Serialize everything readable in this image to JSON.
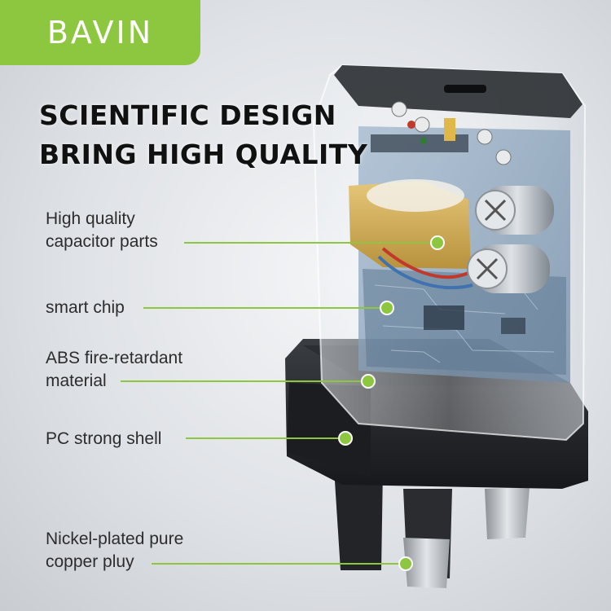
{
  "brand": {
    "name": "BAVIN",
    "tab_color": "#8dc63f"
  },
  "headline": {
    "line1": "SCIENTIFIC DESIGN",
    "line2": "BRING HIGH QUALITY"
  },
  "callouts": [
    {
      "lines": [
        "High quality",
        "capacitor parts"
      ]
    },
    {
      "lines": [
        "smart chip"
      ]
    },
    {
      "lines": [
        "ABS fire-retardant",
        "material"
      ]
    },
    {
      "lines": [
        "PC strong shell"
      ]
    },
    {
      "lines": [
        "Nickel-plated pure",
        "copper pluy"
      ]
    }
  ],
  "colors": {
    "accent": "#8dc63f",
    "text": "#2c2c2c",
    "heading": "#111111"
  }
}
